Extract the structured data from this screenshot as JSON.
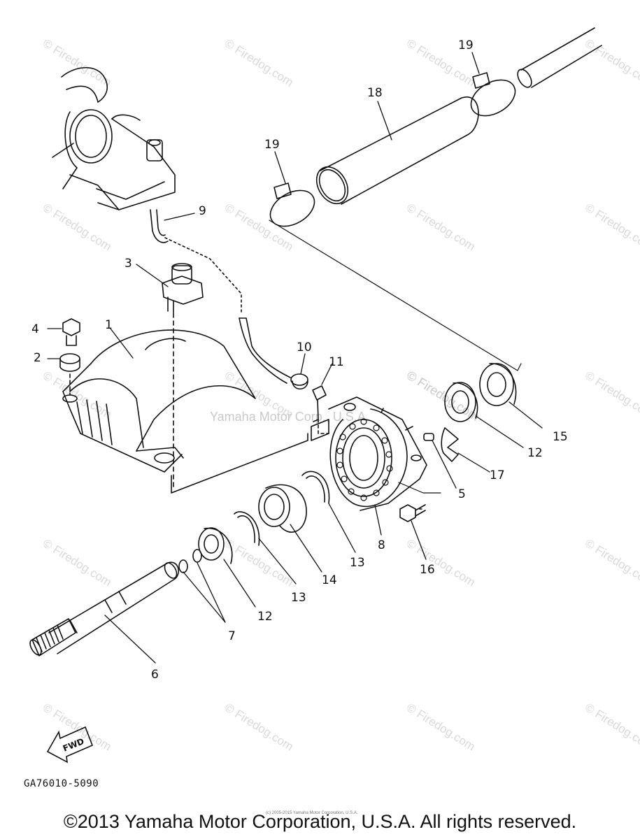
{
  "diagram": {
    "labels": {
      "p1": "1",
      "p2": "2",
      "p3": "3",
      "p4": "4",
      "p5": "5",
      "p6": "6",
      "p7": "7",
      "p8": "8",
      "p9": "9",
      "p10": "10",
      "p11": "11",
      "p12a": "12",
      "p12b": "12",
      "p13a": "13",
      "p13b": "13",
      "p14": "14",
      "p15": "15",
      "p16": "16",
      "p17": "17",
      "p18": "18",
      "p19a": "19",
      "p19b": "19"
    },
    "fwd_label": "FWD",
    "figure_code": "GA76010-5090",
    "watermark": "© Firedog.com",
    "watermark_center": "Yamaha Motor Corp., U.S.A.",
    "small_print": "(c) 2005-2015 Yamaha Motor Corporation, U.S.A.",
    "copyright": "©2013 Yamaha Motor Corporation, U.S.A. All rights reserved."
  },
  "colors": {
    "line": "#111111",
    "watermark": "#d4d4d4",
    "background": "#ffffff"
  }
}
